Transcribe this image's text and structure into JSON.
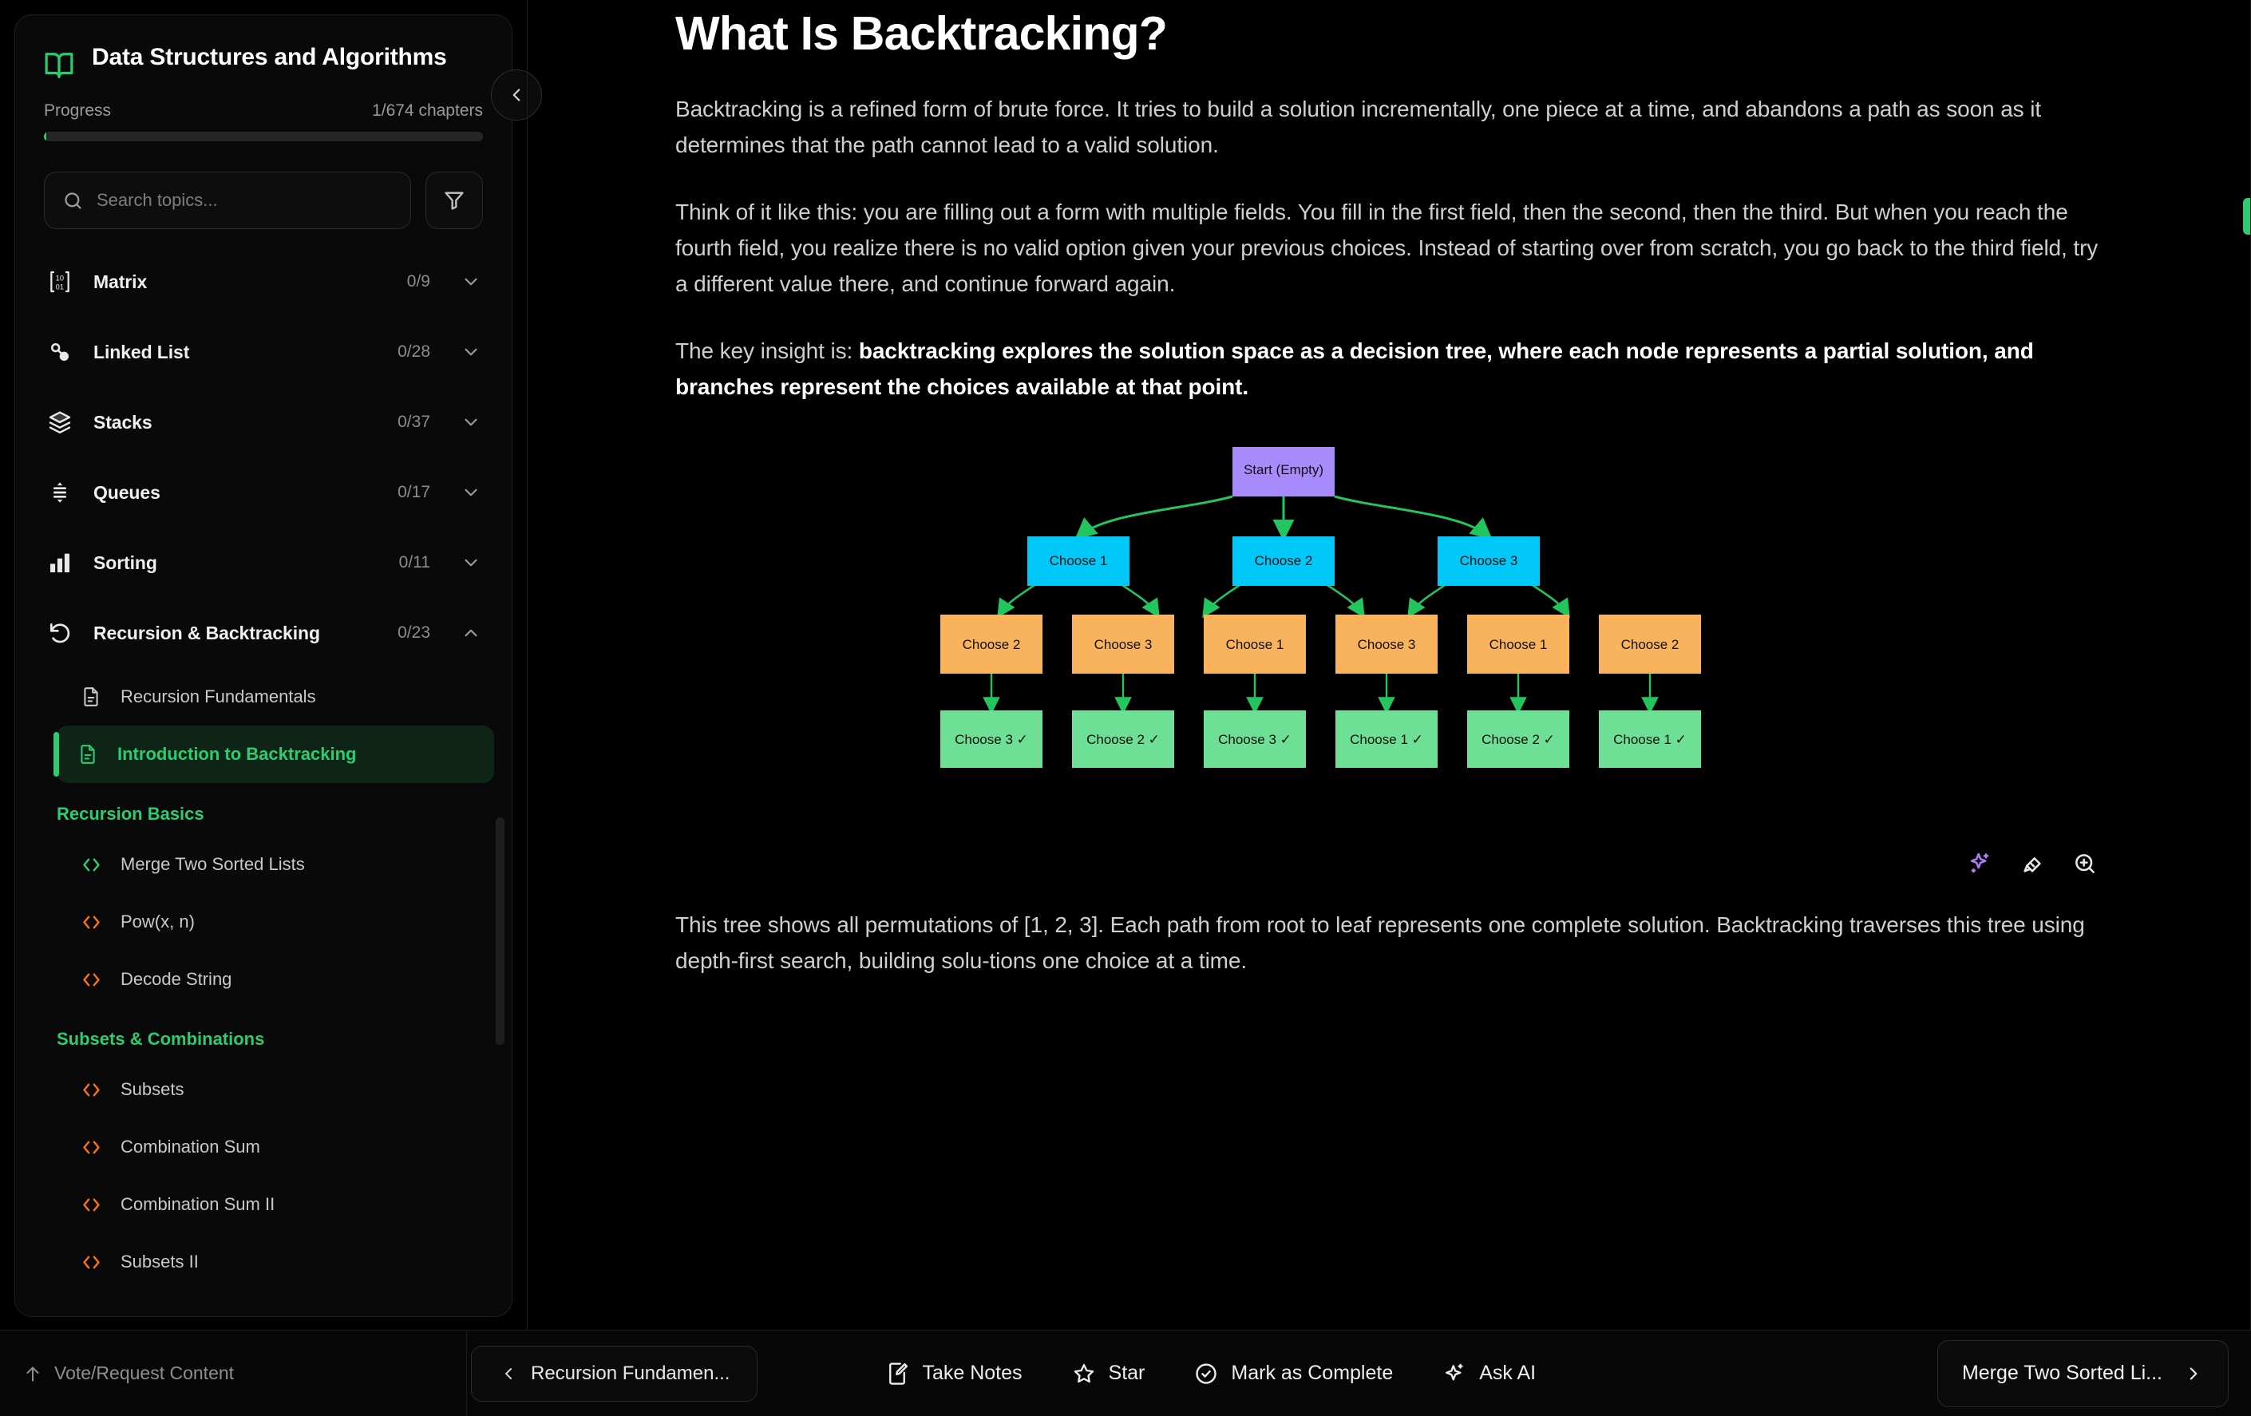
{
  "sidebar": {
    "title": "Data Structures and Algorithms",
    "book_icon": "book-icon",
    "collapse_icon": "chevron-left-icon",
    "progress_label": "Progress",
    "progress_count": "1/674 chapters",
    "progress_percent": 0.6,
    "search": {
      "placeholder": "Search topics...",
      "icon": "search-icon",
      "value": ""
    },
    "filter_icon": "filter-icon",
    "topics": [
      {
        "label": "Matrix",
        "count": "0/9",
        "icon": "matrix-icon",
        "expanded": false,
        "chevron": "chevron-down-icon"
      },
      {
        "label": "Linked List",
        "count": "0/28",
        "icon": "linked-list-icon",
        "expanded": false,
        "chevron": "chevron-down-icon"
      },
      {
        "label": "Stacks",
        "count": "0/37",
        "icon": "stacks-icon",
        "expanded": false,
        "chevron": "chevron-down-icon"
      },
      {
        "label": "Queues",
        "count": "0/17",
        "icon": "queues-icon",
        "expanded": false,
        "chevron": "chevron-down-icon"
      },
      {
        "label": "Sorting",
        "count": "0/11",
        "icon": "sorting-icon",
        "expanded": false,
        "chevron": "chevron-down-icon"
      },
      {
        "label": "Recursion & Backtracking",
        "count": "0/23",
        "icon": "recursion-icon",
        "expanded": true,
        "chevron": "chevron-up-icon"
      }
    ],
    "sub_items": [
      {
        "label": "Recursion Fundamentals",
        "icon": "document-icon",
        "icon_color": "#c9c9c9",
        "active": false
      },
      {
        "label": "Introduction to Backtracking",
        "icon": "document-icon",
        "icon_color": "#2ecc71",
        "active": true
      }
    ],
    "groups": [
      {
        "title": "Recursion Basics",
        "items": [
          {
            "label": "Merge Two Sorted Lists",
            "icon": "code-icon",
            "icon_color": "#2ecc71"
          },
          {
            "label": "Pow(x, n)",
            "icon": "code-icon",
            "icon_color": "#f97316"
          },
          {
            "label": "Decode String",
            "icon": "code-icon",
            "icon_color": "#f97316"
          }
        ]
      },
      {
        "title": "Subsets & Combinations",
        "items": [
          {
            "label": "Subsets",
            "icon": "code-icon",
            "icon_color": "#f97316"
          },
          {
            "label": "Combination Sum",
            "icon": "code-icon",
            "icon_color": "#f97316"
          },
          {
            "label": "Combination Sum II",
            "icon": "code-icon",
            "icon_color": "#f97316"
          },
          {
            "label": "Subsets II",
            "icon": "code-icon",
            "icon_color": "#f97316"
          }
        ]
      }
    ]
  },
  "content": {
    "heading": "What Is Backtracking?",
    "para1": "Backtracking is a refined form of brute force. It tries to build a solution incrementally, one piece at a time, and abandons a path as soon as it determines that the path cannot lead to a valid solution.",
    "para2": "Think of it like this: you are filling out a form with multiple fields. You fill in the first field, then the second, then the third. But when you reach the fourth field, you realize there is no valid option given your previous choices. Instead of starting over from scratch, you go back to the third field, try a different value there, and continue forward again.",
    "para3_lead": "The key insight is: ",
    "para3_bold": "backtracking explores the solution space as a decision tree, where each node represents a partial solution, and branches represent the choices available at that point.",
    "para4": "This tree shows all permutations of [1, 2, 3]. Each path from root to leaf represents one complete solution. Backtracking traverses this tree using depth-first search, building solu-tions one choice at a time."
  },
  "diagram": {
    "type": "tree",
    "edge_color": "#22c55e",
    "levels": [
      {
        "level": 0,
        "node_color": "#a78bfa",
        "nodes": [
          {
            "label": "Start (Empty)"
          }
        ]
      },
      {
        "level": 1,
        "node_color": "#00c8f8",
        "nodes": [
          {
            "label": "Choose 1"
          },
          {
            "label": "Choose 2"
          },
          {
            "label": "Choose 3"
          }
        ]
      },
      {
        "level": 2,
        "node_color": "#f9b35c",
        "nodes": [
          {
            "label": "Choose 2"
          },
          {
            "label": "Choose 3"
          },
          {
            "label": "Choose 1"
          },
          {
            "label": "Choose 3"
          },
          {
            "label": "Choose 1"
          },
          {
            "label": "Choose 2"
          }
        ]
      },
      {
        "level": 3,
        "node_color": "#6ee096",
        "nodes": [
          {
            "label": "Choose 3 ✓"
          },
          {
            "label": "Choose 2 ✓"
          },
          {
            "label": "Choose 3 ✓"
          },
          {
            "label": "Choose 1 ✓"
          },
          {
            "label": "Choose 2 ✓"
          },
          {
            "label": "Choose 1 ✓"
          }
        ]
      }
    ],
    "tools": [
      {
        "name": "ai-sparkle-icon",
        "color": "#b07cf5"
      },
      {
        "name": "pen-edit-icon",
        "color": "#e8e8e8"
      },
      {
        "name": "zoom-in-icon",
        "color": "#e8e8e8"
      }
    ]
  },
  "bottombar": {
    "vote_label": "Vote/Request Content",
    "vote_icon": "arrow-up-icon",
    "prev_label": "Recursion Fundamen...",
    "prev_icon": "chevron-left-icon",
    "actions": [
      {
        "label": "Take Notes",
        "icon": "notes-icon"
      },
      {
        "label": "Star",
        "icon": "star-icon"
      },
      {
        "label": "Mark as Complete",
        "icon": "check-circle-icon"
      },
      {
        "label": "Ask AI",
        "icon": "sparkle-icon"
      }
    ],
    "next_label": "Merge Two Sorted Li...",
    "next_icon": "chevron-right-icon"
  }
}
